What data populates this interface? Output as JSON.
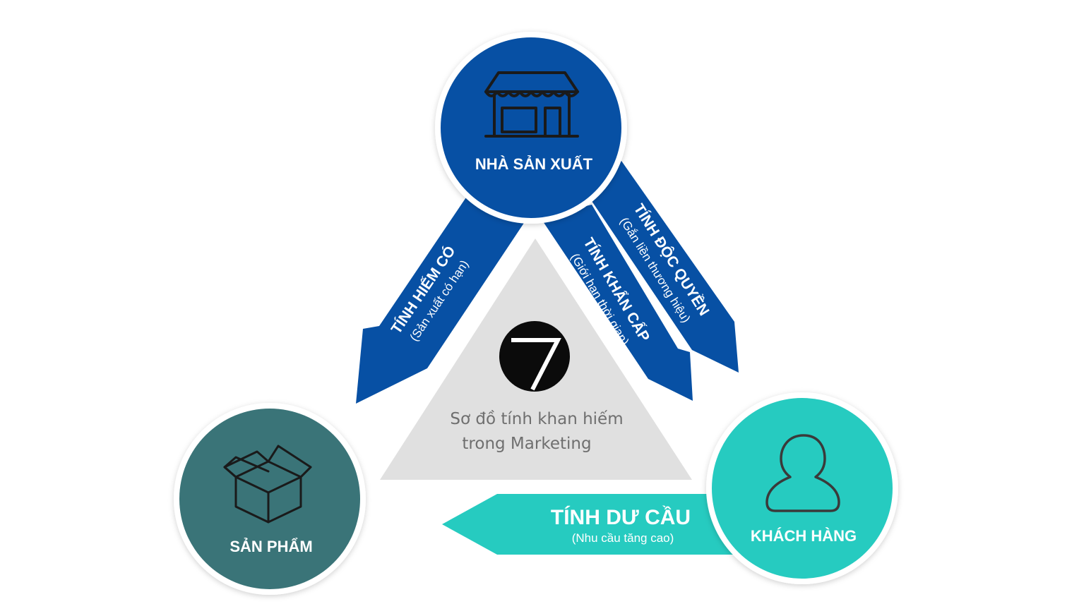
{
  "nodes": {
    "manufacturer": {
      "label": "NHÀ SẢN XUẤT",
      "color": "#0750a4",
      "icon": "storefront-icon"
    },
    "product": {
      "label": "SẢN PHẨM",
      "color": "#3a7478",
      "icon": "box-icon"
    },
    "customer": {
      "label": "KHÁCH HÀNG",
      "color": "#26cbc0",
      "icon": "user-icon"
    }
  },
  "arrows": {
    "rarity": {
      "title": "TÍNH HIẾM CÓ",
      "subtitle": "(Sản xuất có hạn)",
      "color": "#0750a4"
    },
    "urgency": {
      "title": "TÍNH KHẨN CẤP",
      "subtitle": "(Giới hạn thời gian)",
      "color": "#0750a4"
    },
    "exclusivity": {
      "title": "TÍNH ĐỘC QUYỀN",
      "subtitle": "(Gắn liền thương hiệu)",
      "color": "#0750a4"
    },
    "excess_demand": {
      "title": "TÍNH DƯ CẦU",
      "subtitle": "(Nhu cầu tăng cao)",
      "color": "#26cbc0"
    }
  },
  "center": {
    "logo_text": "7",
    "caption_line1": "Sơ đồ tính khan hiếm",
    "caption_line2": "trong Marketing",
    "triangle_color": "#e0e0e0"
  }
}
